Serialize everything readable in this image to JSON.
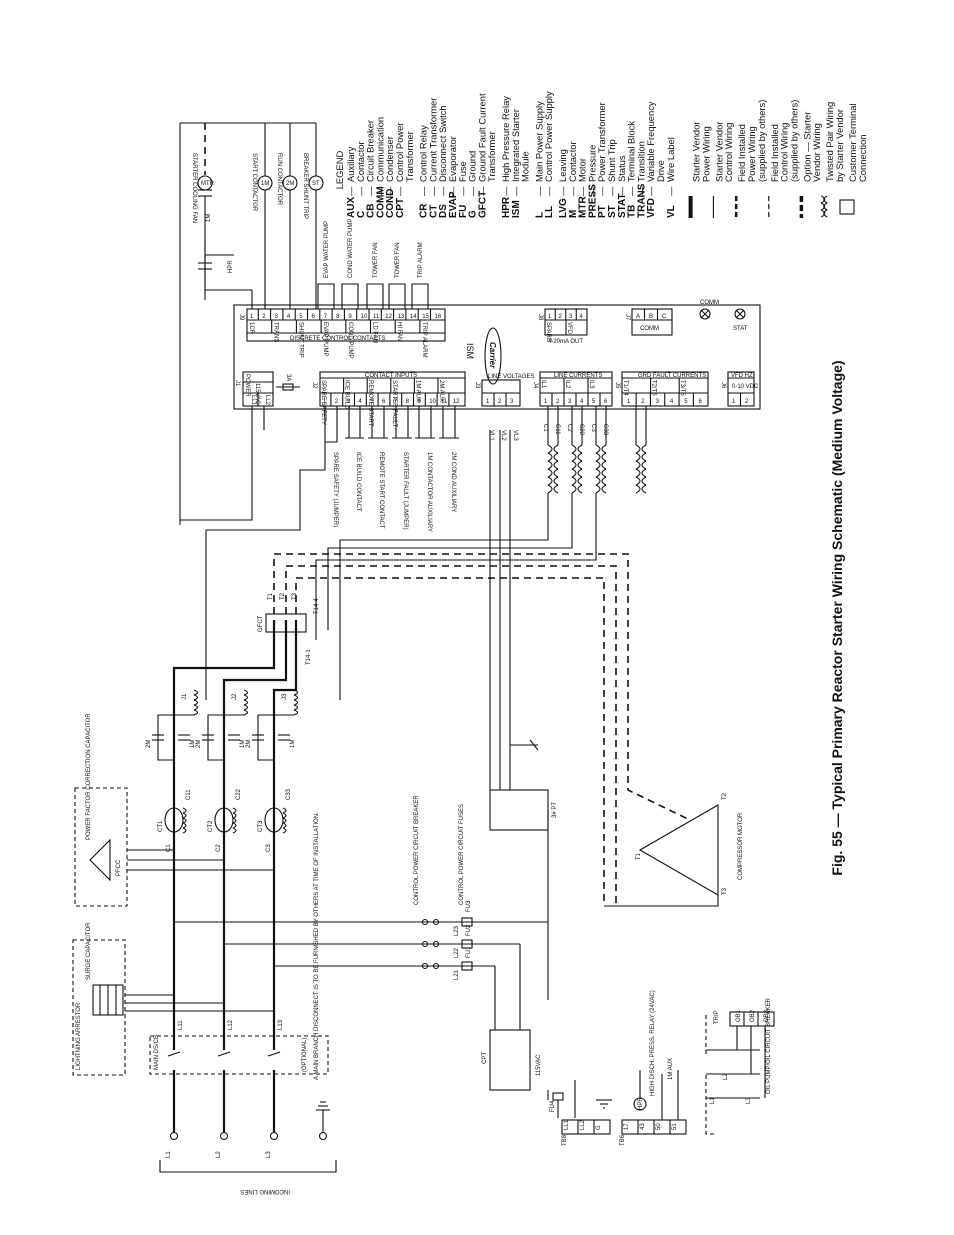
{
  "figure": {
    "caption": "Fig. 55 — Typical Primary Reactor Starter Wiring Schematic (Medium Voltage)"
  },
  "legend": {
    "title": "LEGEND",
    "entries": [
      {
        "code": "AUX",
        "lines": [
          "Auxiliary"
        ]
      },
      {
        "code": "C",
        "lines": [
          "Contactor"
        ]
      },
      {
        "code": "CB",
        "lines": [
          "Circuit Breaker"
        ]
      },
      {
        "code": "COMM",
        "lines": [
          "Communication"
        ]
      },
      {
        "code": "COND",
        "lines": [
          "Condenser"
        ]
      },
      {
        "code": "CPT",
        "lines": [
          "Control Power",
          "Transformer"
        ]
      },
      {
        "code": "CR",
        "lines": [
          "Control Relay"
        ]
      },
      {
        "code": "CT",
        "lines": [
          "Current Transformer"
        ]
      },
      {
        "code": "DS",
        "lines": [
          "Disconnect Switch"
        ]
      },
      {
        "code": "EVAP",
        "lines": [
          "Evaporator"
        ]
      },
      {
        "code": "FU",
        "lines": [
          "Fuse"
        ]
      },
      {
        "code": "G",
        "lines": [
          "Ground"
        ]
      },
      {
        "code": "GFCT",
        "lines": [
          "Ground Fault Current",
          "Transformer"
        ]
      },
      {
        "code": "HPR",
        "lines": [
          "High Pressure Relay"
        ]
      },
      {
        "code": "ISM",
        "lines": [
          "Integrated Starter",
          "Module"
        ]
      },
      {
        "code": "L",
        "lines": [
          "Main Power Supply"
        ]
      },
      {
        "code": "LL",
        "lines": [
          "Control Power Supply"
        ]
      },
      {
        "code": "LVG",
        "lines": [
          "Leaving"
        ]
      },
      {
        "code": "M",
        "lines": [
          "Contactor"
        ]
      },
      {
        "code": "MTR",
        "lines": [
          "Motor"
        ]
      },
      {
        "code": "PRESS",
        "lines": [
          "Pressure"
        ]
      },
      {
        "code": "PT",
        "lines": [
          "Power Transformer"
        ]
      },
      {
        "code": "ST",
        "lines": [
          "Shunt Trip"
        ]
      },
      {
        "code": "STAT",
        "lines": [
          "Status"
        ]
      },
      {
        "code": "TB",
        "lines": [
          "Terminal Block"
        ]
      },
      {
        "code": "TRANS",
        "lines": [
          "Transition"
        ]
      },
      {
        "code": "VFD",
        "lines": [
          "Variable Frequency",
          "Drive"
        ]
      },
      {
        "code": "VL",
        "lines": [
          "Wire Label"
        ]
      }
    ],
    "symbols": [
      {
        "kind": "thick",
        "lines": [
          "Starter Vendor",
          "Power Wiring"
        ]
      },
      {
        "kind": "thin",
        "lines": [
          "Starter Vendor",
          "Control Wiring"
        ]
      },
      {
        "kind": "field-power",
        "lines": [
          "Field Installed",
          "Power Wiring",
          "(supplied by others)"
        ]
      },
      {
        "kind": "field-control",
        "lines": [
          "Field Installed",
          "Control Wiring",
          "(supplied by others)"
        ]
      },
      {
        "kind": "option",
        "lines": [
          "Option — Starter",
          "Vendor Wiring"
        ]
      },
      {
        "kind": "twisted",
        "lines": [
          "Twisted Pair Wiring",
          "by Starter Vendor"
        ]
      },
      {
        "kind": "terminal",
        "lines": [
          "Customer Terminal",
          "Connection"
        ]
      }
    ]
  },
  "ism": {
    "name": "ISM",
    "brand": "Carrier",
    "power": {
      "header": "POWER",
      "conn": "J1",
      "label": "115VAC",
      "pins": [
        "LL1",
        "LL2"
      ]
    },
    "fuse": "3A",
    "contact_inputs": {
      "header": "CONTACT INPUTS",
      "conn": "J2",
      "groups": [
        "SPARE SAFETY",
        "ICE BUILD",
        "REMOTE START",
        "STARTER FAULT",
        "1M AUX",
        "2M AUX"
      ],
      "pins": [
        "1",
        "2",
        "3",
        "4",
        "5",
        "6",
        "7",
        "8",
        "9",
        "10",
        "11",
        "12"
      ]
    },
    "line_voltages": {
      "header": "LINE VOLTAGES",
      "conn": "J3",
      "pins": [
        "1",
        "2",
        "3"
      ]
    },
    "line_currents": {
      "header": "LINE CURRENTS",
      "conn": "J4",
      "groups": [
        "IL1",
        "IL2",
        "IL3"
      ],
      "pins": [
        "1",
        "2",
        "3",
        "4",
        "5",
        "6"
      ]
    },
    "gnd_fault": {
      "header": "GRD FAULT CURRENTS",
      "conn": "J5",
      "groups": [
        "T1/T4",
        "T2/T5",
        "T3/T6"
      ],
      "pins": [
        "1",
        "2",
        "3",
        "4",
        "5",
        "6"
      ]
    },
    "vfd_hz": {
      "header": "VFD HZ",
      "conn": "J6",
      "label": "0-10 VDC",
      "pins": [
        "1",
        "2"
      ]
    },
    "discrete": {
      "header": "DISCRETE CONTROL CONTACTS",
      "conn": "J9",
      "groups": [
        "1CR",
        "TRANS",
        "SHUNT TRIP",
        "EVAP PUMP",
        "COND PUMP",
        "LD FAN",
        "HI FAN",
        "TRIP ALARM"
      ],
      "pins": [
        "1",
        "2",
        "3",
        "4",
        "5",
        "6",
        "7",
        "8",
        "9",
        "10",
        "11",
        "12",
        "13",
        "14",
        "15",
        "16"
      ]
    },
    "j8": {
      "conn": "J8",
      "label": "4-20mA OUT",
      "groups": [
        "SPARE",
        "VFD"
      ],
      "pins": [
        "1",
        "2",
        "3",
        "4"
      ]
    },
    "j7": {
      "conn": "J7",
      "label": "COMM",
      "pins": [
        "A",
        "B",
        "C"
      ]
    },
    "leds": [
      "COMM",
      "STAT"
    ]
  },
  "labels": {
    "inputs": [
      "SPARE SAFETY (JUMPER)",
      "ICE BUILD CONTACT",
      "REMOTE START CONTACT",
      "STARTER FAULT (JUMPER)",
      "1M CONTACTOR AUXILIARY",
      "2M COND AUXILIARY"
    ],
    "vl": [
      "VL1",
      "VL2",
      "VL3"
    ],
    "ct_wires": [
      "C1",
      "C11",
      "C2",
      "C22",
      "C3",
      "C33"
    ],
    "gf_wires": [
      "T14-1",
      "T14-4"
    ],
    "outputs": [
      "EVAP WATER PUMP",
      "COND WATER PUMP",
      "TOWER FAN",
      "TOWER FAN",
      "TRIP ALARM"
    ],
    "coils": [
      "STARTER COOLING FAN",
      "START CONTACTOR",
      "RUN CONTACTOR",
      "BREAKER SHUNT TRIP"
    ],
    "coil_tags": [
      "MTR",
      "1M",
      "2M",
      "ST"
    ],
    "hpr": "HPR",
    "mtr_1m": "1M",
    "incoming": "INCOMING LINES",
    "lines_in": [
      "L1",
      "L2",
      "L3"
    ],
    "feeders": [
      "L11",
      "L12",
      "L13"
    ],
    "main_ds": "MAIN DS/CB",
    "optional": "(OPTIONAL)",
    "disconnect_note": "A MAIN BRANCH DISCONNECT IS TO BE FURNISHED BY OTHERS AT TIME OF INSTALLATION.",
    "lightning": "LIGHTNING ARRESTOR",
    "surge": "SURGE CAPACITOR",
    "pfc": "POWER FACTOR CORRECTION CAPACITOR",
    "pfcc": "PFCC",
    "cts": [
      "CT1",
      "CT2",
      "CT3"
    ],
    "reactors": [
      "J1",
      "J2",
      "J3"
    ],
    "gfct": "GFCT",
    "t_out": [
      "T1",
      "T2",
      "T3"
    ],
    "pt": "3# PT",
    "cpt": "CPT",
    "vac": "115VAC",
    "fu4": "FU4",
    "cp_breaker": "CONTROL POWER CIRCUIT BREAKER",
    "cp_fuses": "CONTROL POWER CIRCUIT FUSES",
    "fuse_tags": [
      "FU1",
      "FU2",
      "FU3"
    ],
    "ln_tags": [
      "L21",
      "L22",
      "L23"
    ],
    "motor": "COMPRESSOR MOTOR",
    "motor_t": [
      "T1",
      "T2",
      "T3"
    ],
    "tb8": {
      "name": "TB8",
      "pins": [
        "LL1",
        "LL2",
        "G"
      ]
    },
    "tb6": {
      "name": "TB6",
      "pins": [
        "17",
        "43",
        "50",
        "51"
      ]
    },
    "hpr_note": "HIGH DISCH. PRESS. RELAY (24VAC)",
    "aux_1m": "1M AUX",
    "oil": "OIL PUMP/OIL CIRCUIT BREAKER",
    "trip": "TRIP",
    "trip_pins": [
      "OB1",
      "OB2",
      "OB3"
    ]
  }
}
